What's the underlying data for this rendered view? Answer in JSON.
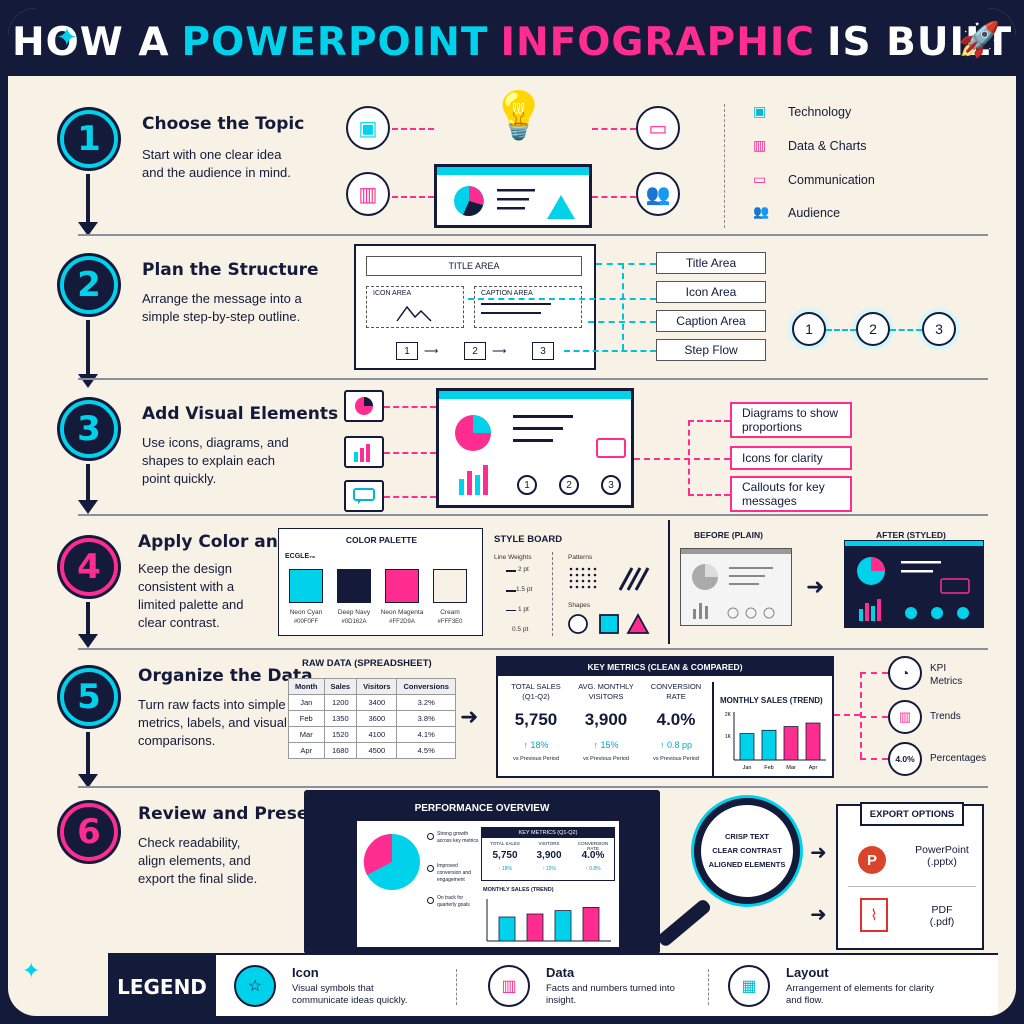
{
  "title": {
    "part1": "HOW A",
    "part2": "POWERPOINT",
    "part3": "INFOGRAPHIC",
    "part4": "IS BUILT"
  },
  "colors": {
    "navy": "#131A3A",
    "cyan": "#00D2EC",
    "magenta": "#FF2D8F",
    "cream": "#F8F2E6"
  },
  "steps": [
    {
      "num": "1",
      "title": "Choose the Topic",
      "desc": "Start with one clear idea and the audience in mind."
    },
    {
      "num": "2",
      "title": "Plan the Structure",
      "desc": "Arrange the message into a simple step-by-step outline."
    },
    {
      "num": "3",
      "title": "Add Visual Elements",
      "desc": "Use icons, diagrams, and shapes to explain each point quickly."
    },
    {
      "num": "4",
      "title": "Apply Color and Style",
      "desc": "Keep the design consistent with a limited palette and clear contrast."
    },
    {
      "num": "5",
      "title": "Organize the Data",
      "desc": "Turn raw facts into simple metrics, labels, and visual comparisons."
    },
    {
      "num": "6",
      "title": "Review and Present",
      "desc": "Check readability, align elements, and export the final slide."
    }
  ],
  "step1": {
    "topics": [
      "Technology",
      "Data & Charts",
      "Communication",
      "Audience"
    ]
  },
  "step2": {
    "wireframe": {
      "title_area": "TITLE AREA",
      "icon_area": "ICON AREA",
      "caption_area": "CAPTION AREA",
      "flow": [
        "1",
        "2",
        "3"
      ]
    },
    "labels": [
      "Title Area",
      "Icon Area",
      "Caption Area",
      "Step Flow"
    ],
    "flow": [
      "1",
      "2",
      "3"
    ]
  },
  "step3": {
    "callouts": [
      "Diagrams to show proportions",
      "Icons for clarity",
      "Callouts for key messages"
    ],
    "flow": [
      "1",
      "2",
      "3"
    ]
  },
  "step4": {
    "palette_title": "COLOR PALETTE",
    "palette_tag": "ECGLE₇₈",
    "swatches": [
      {
        "name": "Neon Cyan",
        "hex": "#00F0FF",
        "color": "#00D2EC"
      },
      {
        "name": "Deep Navy",
        "hex": "#0D162A",
        "color": "#131A3A"
      },
      {
        "name": "Neon Magenta",
        "hex": "#FF2D9A",
        "color": "#FF2D8F"
      },
      {
        "name": "Cream",
        "hex": "#FFF3E0",
        "color": "#F8F2E6"
      }
    ],
    "style_board": "STYLE BOARD",
    "line_weights_label": "Line Weights",
    "line_weights": [
      "2 pt",
      "1.5 pt",
      "1 pt",
      "0.5 pt"
    ],
    "patterns_label": "Patterns",
    "shapes_label": "Shapes",
    "before": "BEFORE (PLAIN)",
    "after": "AFTER (STYLED)"
  },
  "step5": {
    "raw_title": "RAW DATA (SPREADSHEET)",
    "columns": [
      "Month",
      "Sales",
      "Visitors",
      "Conversions"
    ],
    "rows": [
      [
        "Jan",
        "1200",
        "3400",
        "3.2%"
      ],
      [
        "Feb",
        "1350",
        "3600",
        "3.8%"
      ],
      [
        "Mar",
        "1520",
        "4100",
        "4.1%"
      ],
      [
        "Apr",
        "1680",
        "4500",
        "4.5%"
      ]
    ],
    "metrics_title": "KEY METRICS (CLEAN & COMPARED)",
    "metrics": [
      {
        "label": "TOTAL SALES (Q1-Q2)",
        "value": "5,750",
        "change": "↑ 18%",
        "note": "vs Previous Period"
      },
      {
        "label": "AVG. MONTHLY VISITORS",
        "value": "3,900",
        "change": "↑ 15%",
        "note": "vs Previous Period"
      },
      {
        "label": "CONVERSION RATE",
        "value": "4.0%",
        "change": "↑ 0.8 pp",
        "note": "vs Previous Period"
      }
    ],
    "trend_title": "MONTHLY SALES (TREND)",
    "side": [
      "KPI Metrics",
      "Trends",
      "Percentages"
    ],
    "pct": "4.0%"
  },
  "chart_data": {
    "type": "bar",
    "title": "MONTHLY SALES (TREND)",
    "categories": [
      "Jan",
      "Feb",
      "Mar",
      "Apr"
    ],
    "values": [
      1200,
      1350,
      1520,
      1680
    ],
    "ylim": [
      0,
      2000
    ],
    "yticks": [
      "2K",
      "1K"
    ]
  },
  "step6": {
    "presentation_title": "PERFORMANCE OVERVIEW",
    "notes": [
      "Strong growth across key metrics",
      "Improved conversion and engagement",
      "On track for quarterly goals"
    ],
    "metrics_title": "KEY METRICS (Q1-Q2)",
    "mini_metrics": [
      {
        "label": "TOTAL SALES",
        "value": "5,750",
        "change": "↑ 18%"
      },
      {
        "label": "VISITORS",
        "value": "3,900",
        "change": "↑ 15%"
      },
      {
        "label": "CONVERSION RATE",
        "value": "4.0%",
        "change": "↑ 0.8%"
      }
    ],
    "mini_trend": "MONTHLY SALES (TREND)",
    "magnifier": [
      "CRISP TEXT",
      "CLEAR CONTRAST",
      "ALIGNED ELEMENTS"
    ],
    "export_title": "EXPORT OPTIONS",
    "exports": [
      {
        "name": "PowerPoint",
        "ext": "(.pptx)"
      },
      {
        "name": "PDF",
        "ext": "(.pdf)"
      }
    ]
  },
  "legend": {
    "title": "LEGEND",
    "items": [
      {
        "title": "Icon",
        "desc": "Visual symbols that communicate ideas quickly."
      },
      {
        "title": "Data",
        "desc": "Facts and numbers turned into insight."
      },
      {
        "title": "Layout",
        "desc": "Arrangement of elements for clarity and flow."
      }
    ]
  }
}
